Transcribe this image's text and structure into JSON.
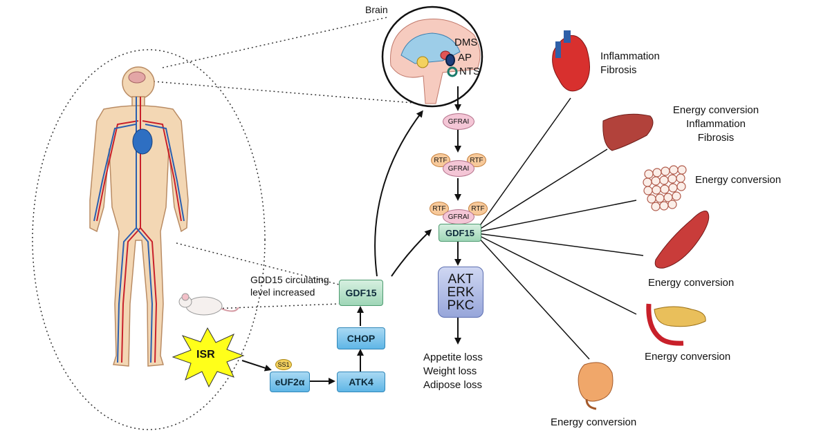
{
  "labels": {
    "brain": "Brain",
    "dms": "DMS",
    "ap": "AP",
    "nts": "NTS",
    "gdd15_line1": "GDD15 circulating",
    "gdd15_line2": "level increased",
    "isr": "ISR",
    "ss1": "SS1",
    "euf2a": "eUF2α",
    "atk4": "ATK4",
    "chop": "CHOP",
    "gdf15_left": "GDF15",
    "gfrai_1": "GFRAI",
    "rtf": "RTF",
    "gfrai": "GFRAI",
    "gdf15_right": "GDF15",
    "kinases": [
      "AKT",
      "ERK",
      "PKC"
    ],
    "outcomes": [
      "Appetite loss",
      "Weight loss",
      "Adipose loss"
    ]
  },
  "organs": {
    "heart": [
      "Inflammation",
      "Fibrosis"
    ],
    "liver": [
      "Energy conversion",
      "Inflammation",
      "Fibrosis"
    ],
    "adipose": [
      "Energy conversion"
    ],
    "muscle": [
      "Energy conversion"
    ],
    "pancreas": [
      "Energy conversion"
    ],
    "intestine": [
      "Energy conversion"
    ]
  },
  "colors": {
    "pathway_blue": "#5fb6e6",
    "gdf15_green": "#9fd6b7",
    "kinase_purple": "#97a6da",
    "isr_yellow": "#ffff1a",
    "artery_red": "#c8202a",
    "vein_blue": "#2a5fb0",
    "skin": "#f3d7b4"
  }
}
